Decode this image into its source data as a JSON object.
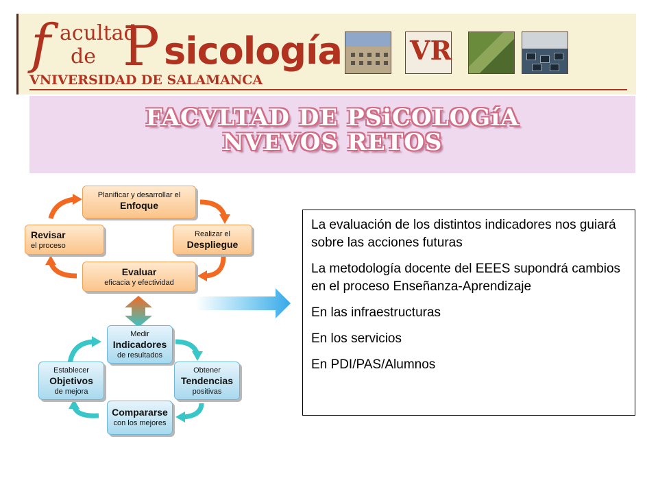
{
  "banner": {
    "logo_f": "f",
    "logo_acultad": "acultad",
    "logo_de": "de",
    "logo_p": "P",
    "logo_sicologia": "sicología",
    "logo_univ": "VNIVERSIDAD DE SALAMANCA",
    "emblem_letters": "VR"
  },
  "title": {
    "line1": "FACVLTAD DE PSiCOLOGíA",
    "line2": "NVEVOS RETOS"
  },
  "cycle_top": {
    "planificar_small": "Planificar y desarrollar el",
    "planificar_large": "Enfoque",
    "revisar_large": "Revisar",
    "revisar_small": "el proceso",
    "realizar_small": "Realizar el",
    "realizar_large": "Despliegue",
    "evaluar_large": "Evaluar",
    "evaluar_small": "eficacia y efectividad"
  },
  "cycle_bottom": {
    "medir_small": "Medir",
    "medir_large": "Indicadores",
    "medir_small2": "de resultados",
    "establecer_small": "Establecer",
    "establecer_large": "Objetivos",
    "establecer_small2": "de mejora",
    "obtener_small": "Obtener",
    "obtener_large": "Tendencias",
    "obtener_small2": "positivas",
    "comparar_large": "Compararse",
    "comparar_small": "con los mejores"
  },
  "colors": {
    "orange_arrow": "#f26a22",
    "teal_arrow": "#38c6c9",
    "blue_arrow": "#36a9e8",
    "title_band": "#efd9ee"
  },
  "text_box": {
    "items": [
      "La evaluación de los distintos indicadores nos guiará sobre las acciones futuras",
      "La metodología docente del EEES supondrá cambios en el proceso Enseñanza-Aprendizaje",
      "En las infraestructuras",
      "En los servicios",
      "En PDI/PAS/Alumnos"
    ]
  }
}
